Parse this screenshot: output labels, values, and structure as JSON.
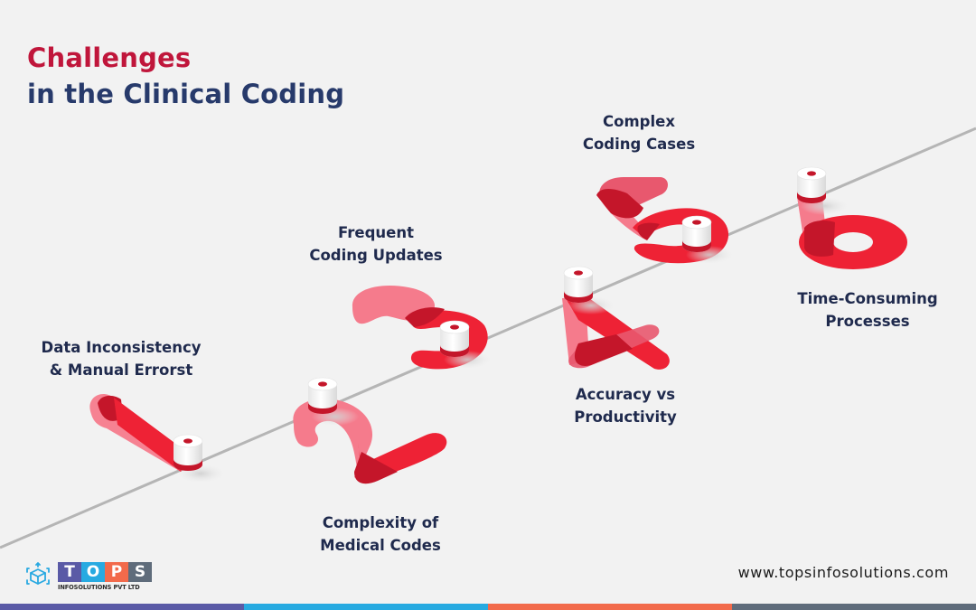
{
  "header": {
    "title_line1": "Challenges",
    "title_line2": "in the Clinical Coding"
  },
  "steps": [
    {
      "number": 1,
      "label_line1": "Data Inconsistency",
      "label_line2": "& Manual Errorst"
    },
    {
      "number": 2,
      "label_line1": "Complexity of",
      "label_line2": "Medical Codes"
    },
    {
      "number": 3,
      "label_line1": "Frequent",
      "label_line2": "Coding Updates"
    },
    {
      "number": 4,
      "label_line1": "Accuracy vs",
      "label_line2": "Productivity"
    },
    {
      "number": 5,
      "label_line1": "Complex",
      "label_line2": "Coding Cases"
    },
    {
      "number": 6,
      "label_line1": "Time-Consuming",
      "label_line2": "Processes"
    }
  ],
  "footer": {
    "logo_letters": [
      "T",
      "O",
      "P",
      "S"
    ],
    "logo_subtitle": "INFOSOLUTIONS PVT LTD",
    "url": "www.topsinfosolutions.com"
  },
  "colors": {
    "title_red": "#c0163b",
    "title_navy": "#273a6b",
    "number_red": "#ee2235",
    "number_dark": "#c4162a",
    "number_light": "#f57b8c",
    "bar_purple": "#5a5aa6",
    "bar_blue": "#27aae1",
    "bar_orange": "#f26a4b",
    "bar_gray": "#5f6c7b"
  }
}
